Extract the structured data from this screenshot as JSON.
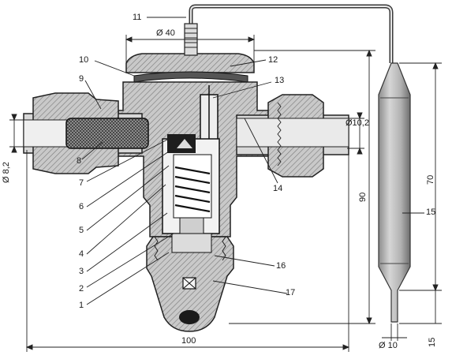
{
  "diagram": {
    "callouts": {
      "c1": "1",
      "c2": "2",
      "c3": "3",
      "c4": "4",
      "c5": "5",
      "c6": "6",
      "c7": "7",
      "c8": "8",
      "c9": "9",
      "c10": "10",
      "c11": "11",
      "c12": "12",
      "c13": "13",
      "c14": "14",
      "c15": "15",
      "c16": "16",
      "c17": "17"
    },
    "dimensions": {
      "d40": "Ø 40",
      "d10_2": "Ø10,2",
      "d8_2": "Ø 8,2",
      "len90": "90",
      "len70": "70",
      "len100": "100",
      "d10": "Ø 10",
      "len15": "15"
    }
  }
}
